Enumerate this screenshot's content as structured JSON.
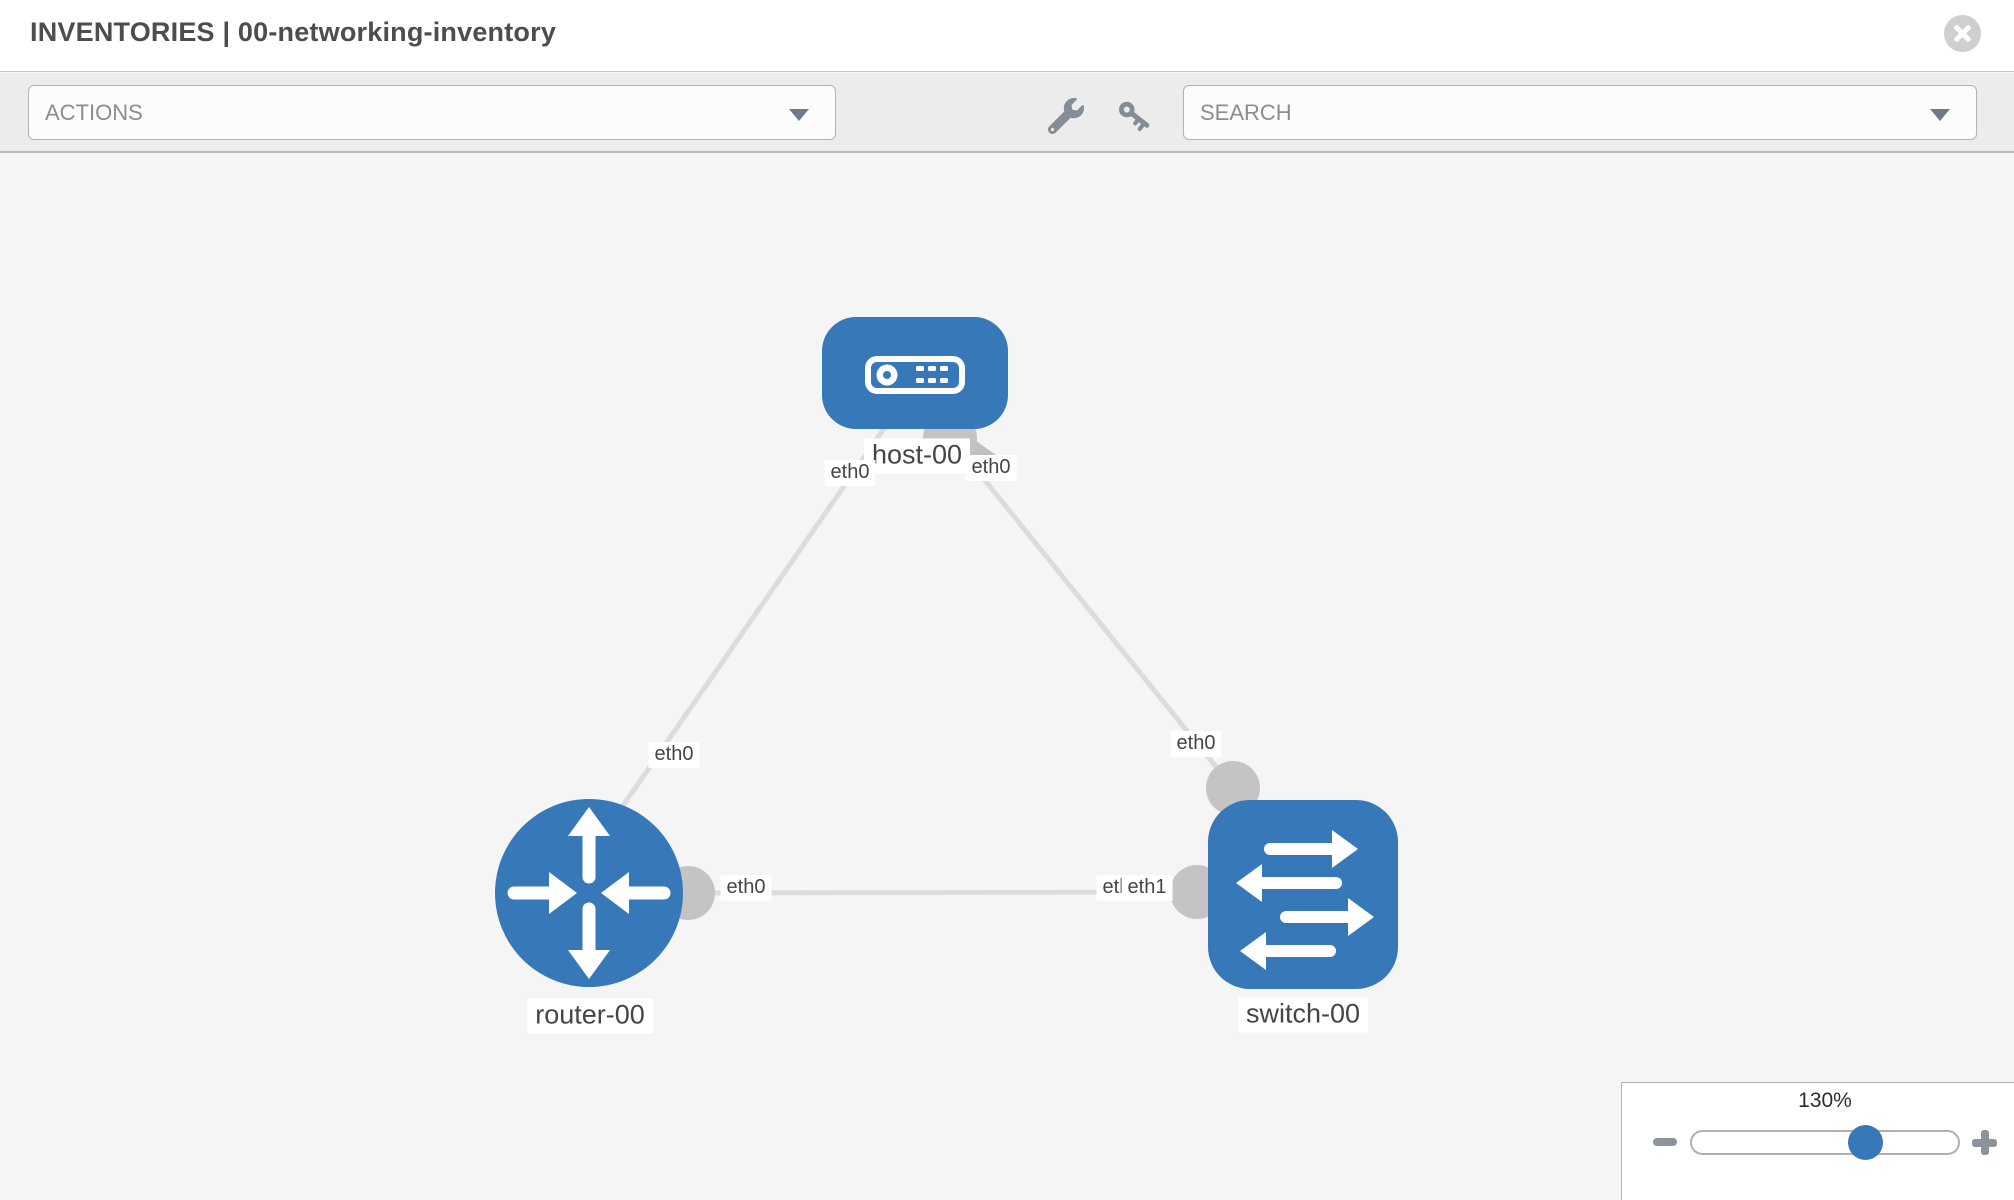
{
  "header": {
    "title": "INVENTORIES | 00-networking-inventory"
  },
  "toolbar": {
    "actions_placeholder": "ACTIONS",
    "search_placeholder": "SEARCH",
    "icons": [
      "wrench-icon",
      "key-icon"
    ]
  },
  "topology": {
    "nodes": [
      {
        "id": "host-00",
        "type": "host",
        "label": "host-00"
      },
      {
        "id": "router-00",
        "type": "router",
        "label": "router-00"
      },
      {
        "id": "switch-00",
        "type": "switch",
        "label": "switch-00"
      }
    ],
    "links": [
      {
        "source": "host-00",
        "target": "router-00",
        "source_interface": "eth0",
        "target_interface": "eth0"
      },
      {
        "source": "host-00",
        "target": "switch-00",
        "source_interface": "eth0",
        "target_interface": "eth0"
      },
      {
        "source": "router-00",
        "target": "switch-00",
        "source_interface": "eth0",
        "target_interface": "eth1",
        "target_interface_duplicate": "eth1"
      }
    ]
  },
  "zoom_control": {
    "level": "130%"
  },
  "colors": {
    "node_blue": "#3779b8",
    "link_gray": "#dcdcdc",
    "interface_gray": "#c4c4c4",
    "toolbar_bg": "#ececec",
    "canvas_bg": "#f5f5f5",
    "title_text": "#4d4d4d"
  }
}
